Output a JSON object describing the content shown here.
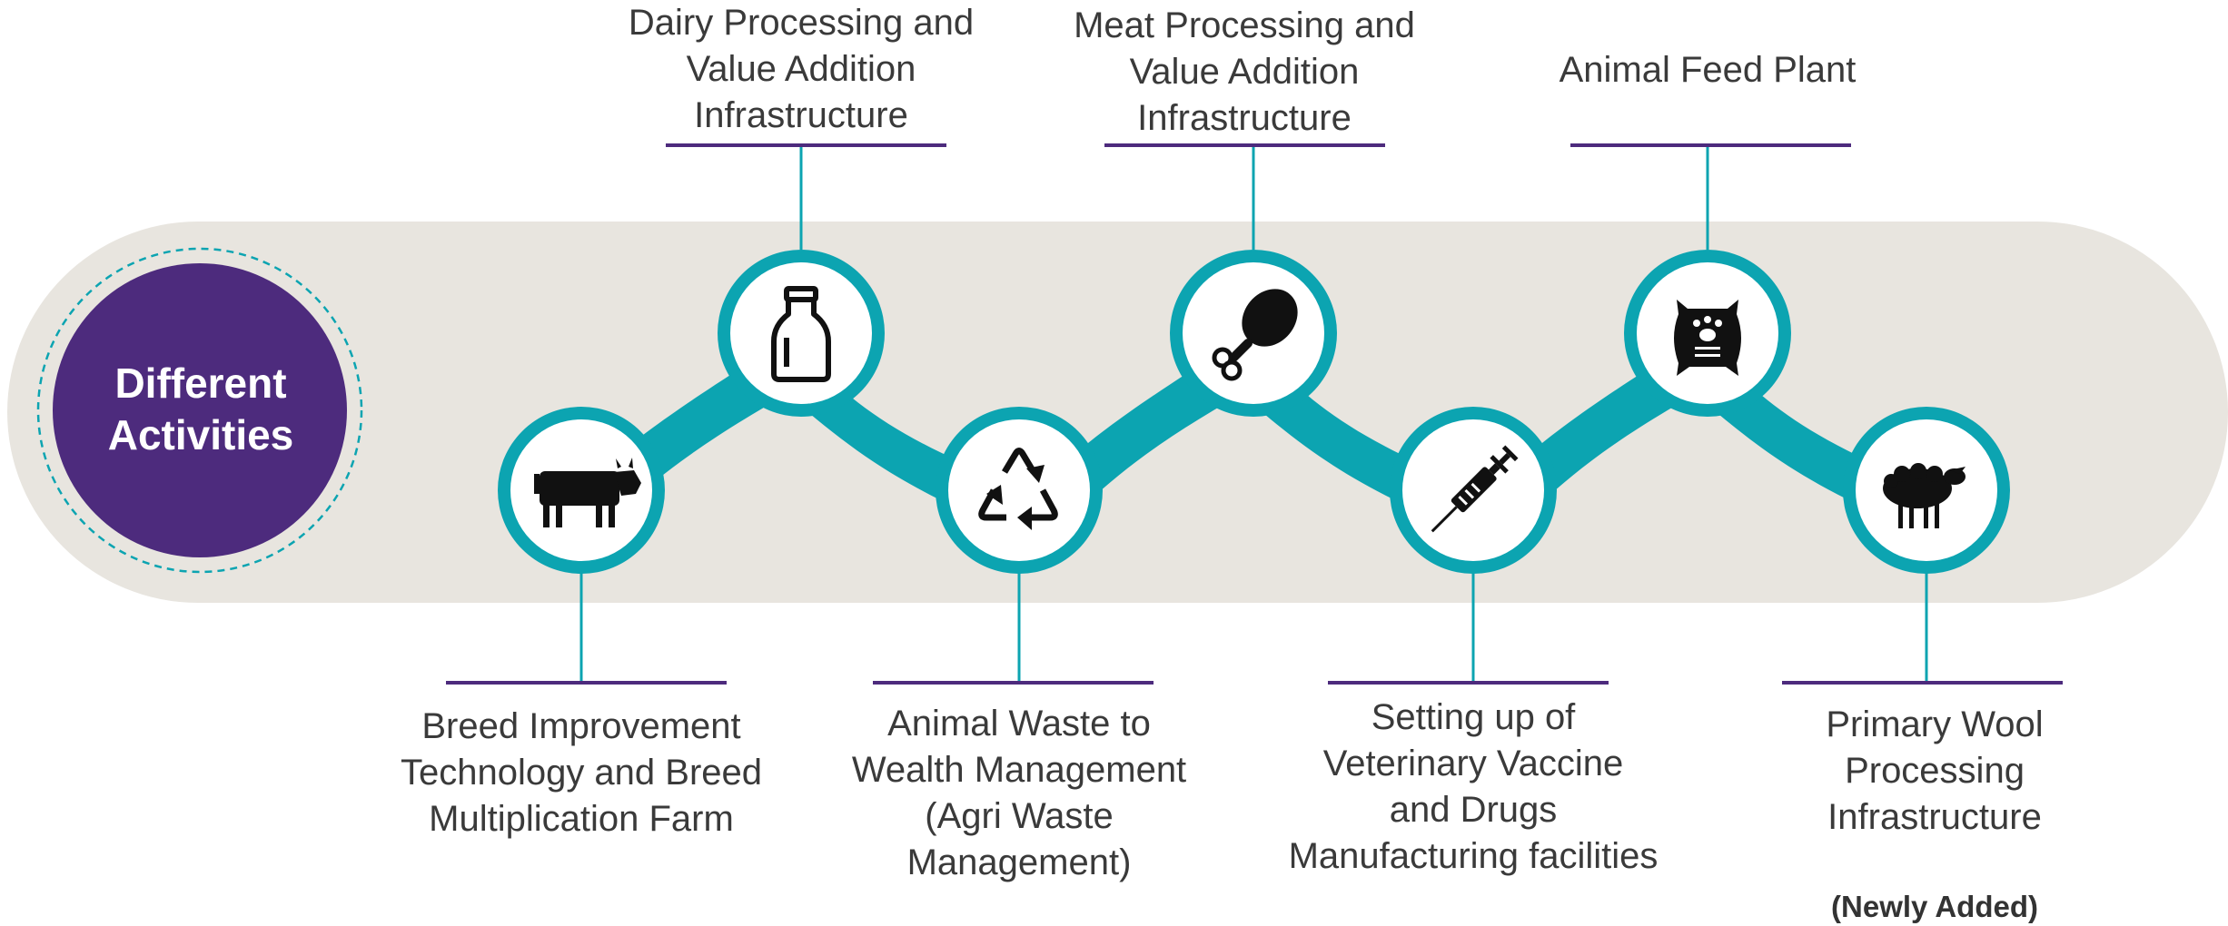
{
  "center": {
    "lines": [
      "Different",
      "Activities"
    ]
  },
  "colors": {
    "purple": "#4d2b7d",
    "teal": "#0ca4b1",
    "band": "#e8e5df",
    "icon": "#111111"
  },
  "activities": [
    {
      "lines": [
        "Breed Improvement",
        "Technology and Breed",
        "Multiplication Farm"
      ],
      "icon": "cow-icon"
    },
    {
      "lines": [
        "Dairy Processing and",
        "Value Addition",
        "Infrastructure"
      ],
      "icon": "milk-bottle-icon"
    },
    {
      "lines": [
        "Animal Waste to",
        "Wealth Management",
        "(Agri Waste",
        "Management)"
      ],
      "icon": "recycle-icon"
    },
    {
      "lines": [
        "Meat Processing and",
        "Value Addition",
        "Infrastructure"
      ],
      "icon": "chicken-leg-icon"
    },
    {
      "lines": [
        "Setting up of",
        "Veterinary Vaccine",
        "and Drugs",
        "Manufacturing facilities"
      ],
      "icon": "syringe-icon"
    },
    {
      "lines": [
        "Animal Feed Plant"
      ],
      "icon": "feed-sack-icon"
    },
    {
      "lines": [
        "Primary Wool",
        "Processing",
        "Infrastructure"
      ],
      "icon": "sheep-icon",
      "note": "(Newly Added)"
    }
  ]
}
